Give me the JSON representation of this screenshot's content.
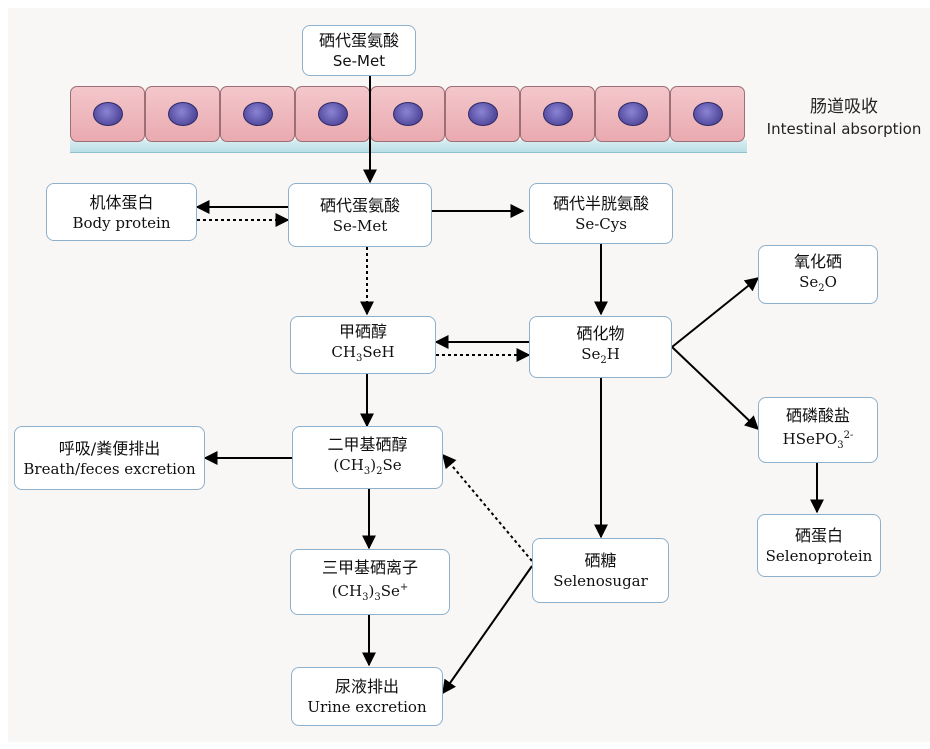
{
  "colors": {
    "box_border": "#8db0cc",
    "cell_fill": "#efb8bd",
    "nucleus": "#5b52a6",
    "arrow": "#000000"
  },
  "intestine": {
    "cell_count": 9,
    "label_cn": "肠道吸收",
    "label_en": "Intestinal absorption"
  },
  "nodes": {
    "semet_top": {
      "cn": "硒代蛋氨酸",
      "en": "Se-Met"
    },
    "body_protein": {
      "cn": "机体蛋白",
      "en": "Body protein"
    },
    "semet_mid": {
      "cn": "硒代蛋氨酸",
      "en": "Se-Met"
    },
    "secys": {
      "cn": "硒代半胱氨酸",
      "en": "Se-Cys"
    },
    "selenium_oxide": {
      "cn": "氧化硒",
      "en_main": "Se",
      "en_sub": "2",
      "en_tail": "O"
    },
    "methylselenol": {
      "cn": "甲硒醇",
      "en_main": "CH",
      "en_sub": "3",
      "en_tail": "SeH"
    },
    "selenide": {
      "cn": "硒化物",
      "en_main": "Se",
      "en_sub": "2",
      "en_tail": "H"
    },
    "selenophosphate": {
      "cn": "硒磷酸盐",
      "en_main": "HSePO",
      "en_sub": "3",
      "en_sup": "2-"
    },
    "breath_feces": {
      "cn": "呼吸/粪便排出",
      "en": "Breath/feces excretion"
    },
    "dimethylselenide": {
      "cn": "二甲基硒醇",
      "en_pre": "(CH",
      "en_sub": "3",
      "en_mid": ")",
      "en_sub2": "2",
      "en_tail": "Se"
    },
    "selenoprotein": {
      "cn": "硒蛋白",
      "en": "Selenoprotein"
    },
    "trimethylselenonium": {
      "cn": "三甲基硒离子",
      "en_pre": "(CH",
      "en_sub": "3",
      "en_mid": ")",
      "en_sub2": "3",
      "en_tail": "Se",
      "en_sup": "+"
    },
    "selenosugar": {
      "cn": "硒糖",
      "en": "Selenosugar"
    },
    "urine": {
      "cn": "尿液排出",
      "en": "Urine excretion"
    }
  }
}
